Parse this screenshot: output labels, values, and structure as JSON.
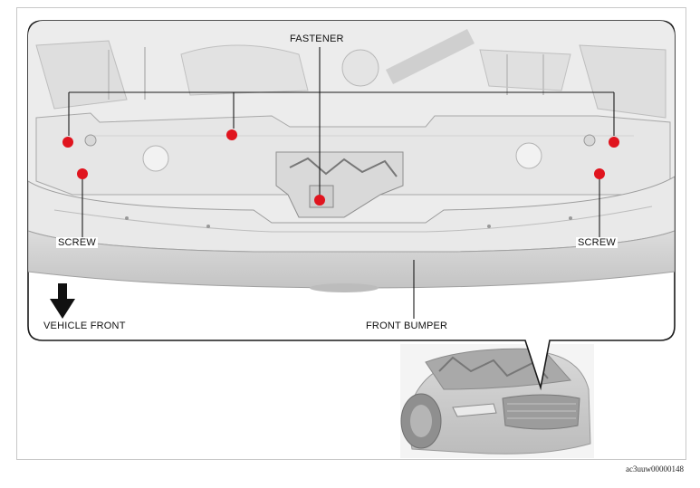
{
  "labels": {
    "fastener": "FASTENER",
    "screw_left": "SCREW",
    "screw_right": "SCREW",
    "vehicle_front": "VEHICLE FRONT",
    "front_bumper": "FRONT BUMPER"
  },
  "figure_id": "ac3uuw00000148",
  "colors": {
    "marker": "#e0141e",
    "panel": "#e6e6e6",
    "bumper": "#cfcfcf",
    "outline": "#1a1a1a"
  },
  "icons": [
    "down-arrow-icon"
  ]
}
